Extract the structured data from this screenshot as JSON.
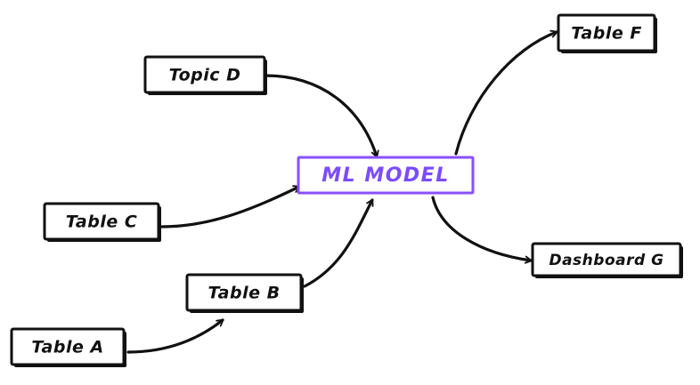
{
  "diagram": {
    "accent_color": "#7b4bff",
    "stroke_color": "#111111",
    "nodes": {
      "topic_d": "Topic D",
      "table_c": "Table C",
      "table_b": "Table B",
      "table_a": "Table A",
      "ml_model": "ML MODEL",
      "table_f": "Table F",
      "dashboard_g": "Dashboard G"
    },
    "edges": [
      {
        "from": "topic_d",
        "to": "ml_model"
      },
      {
        "from": "table_c",
        "to": "ml_model"
      },
      {
        "from": "table_b",
        "to": "ml_model"
      },
      {
        "from": "table_a",
        "to": "table_b"
      },
      {
        "from": "ml_model",
        "to": "table_f"
      },
      {
        "from": "ml_model",
        "to": "dashboard_g"
      }
    ]
  }
}
